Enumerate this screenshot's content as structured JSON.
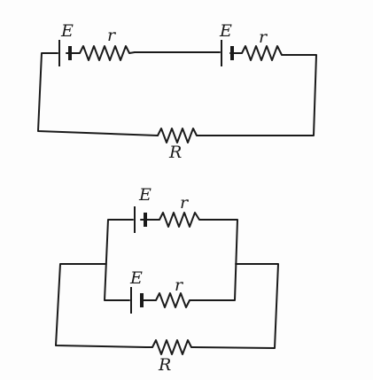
{
  "circuits": [
    {
      "id": "series",
      "cells": [
        {
          "emf_label": "E",
          "resistance_label": "r"
        },
        {
          "emf_label": "E",
          "resistance_label": "r"
        }
      ],
      "load_label": "R"
    },
    {
      "id": "parallel",
      "cells": [
        {
          "emf_label": "E",
          "resistance_label": "r"
        },
        {
          "emf_label": "E",
          "resistance_label": "r"
        }
      ],
      "load_label": "R"
    }
  ]
}
